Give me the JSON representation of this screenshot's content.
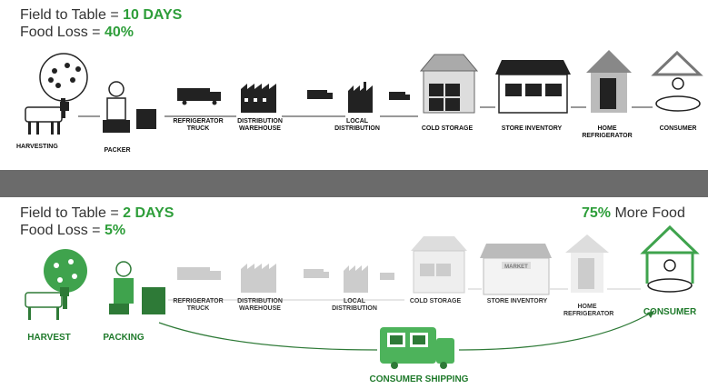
{
  "top": {
    "time_label": "Field to Table = ",
    "time_value": "10 DAYS",
    "loss_label": "Food Loss = ",
    "loss_value": "40%",
    "stages": [
      "HARVESTING",
      "PACKER",
      "REFRIGERATOR TRUCK",
      "DISTRIBUTION WAREHOUSE",
      "LOCAL DISTRIBUTION",
      "COLD STORAGE",
      "STORE INVENTORY",
      "HOME REFRIGERATOR",
      "CONSUMER"
    ]
  },
  "bottom": {
    "time_label": "Field to Table = ",
    "time_value": "2 DAYS",
    "loss_label": "Food Loss = ",
    "loss_value": "5%",
    "more_food_value": "75%",
    "more_food_label": " More Food",
    "stages_active": [
      "HARVEST",
      "PACKING",
      "CONSUMER"
    ],
    "stages_skipped": [
      "REFRIGERATOR TRUCK",
      "DISTRIBUTION WAREHOUSE",
      "LOCAL DISTRIBUTION",
      "COLD STORAGE",
      "STORE INVENTORY",
      "HOME REFRIGERATOR"
    ],
    "shipping": "CONSUMER SHIPPING",
    "market_sign": "MARKET"
  },
  "colors": {
    "green": "#2e9e3a",
    "dark": "#1a1a1a",
    "grey": "#c8c8c8",
    "band": "#6b6b6b"
  }
}
